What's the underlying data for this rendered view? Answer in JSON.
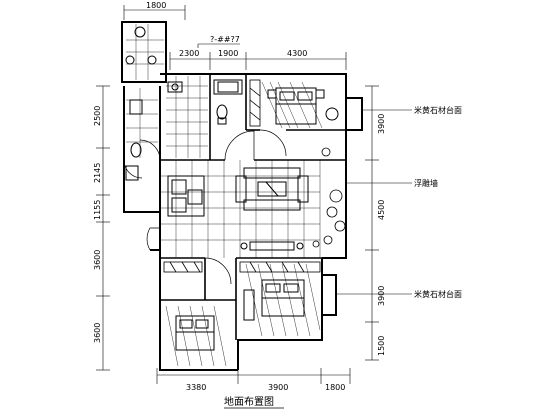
{
  "top_dims": {
    "outer": "1800",
    "inner": [
      "2300",
      "1900",
      "4300"
    ],
    "tag": "?-##?7"
  },
  "bottom_dims": [
    "3380",
    "3900",
    "1800"
  ],
  "left_dims": [
    "2500",
    "2145",
    "1155",
    "3600",
    "3600"
  ],
  "right_dims": [
    "3900",
    "4500",
    "3900",
    "1500"
  ],
  "notes": [
    "米黄石材台面",
    "浮雕墙",
    "米黄石材台面"
  ],
  "title": "地面布置图"
}
